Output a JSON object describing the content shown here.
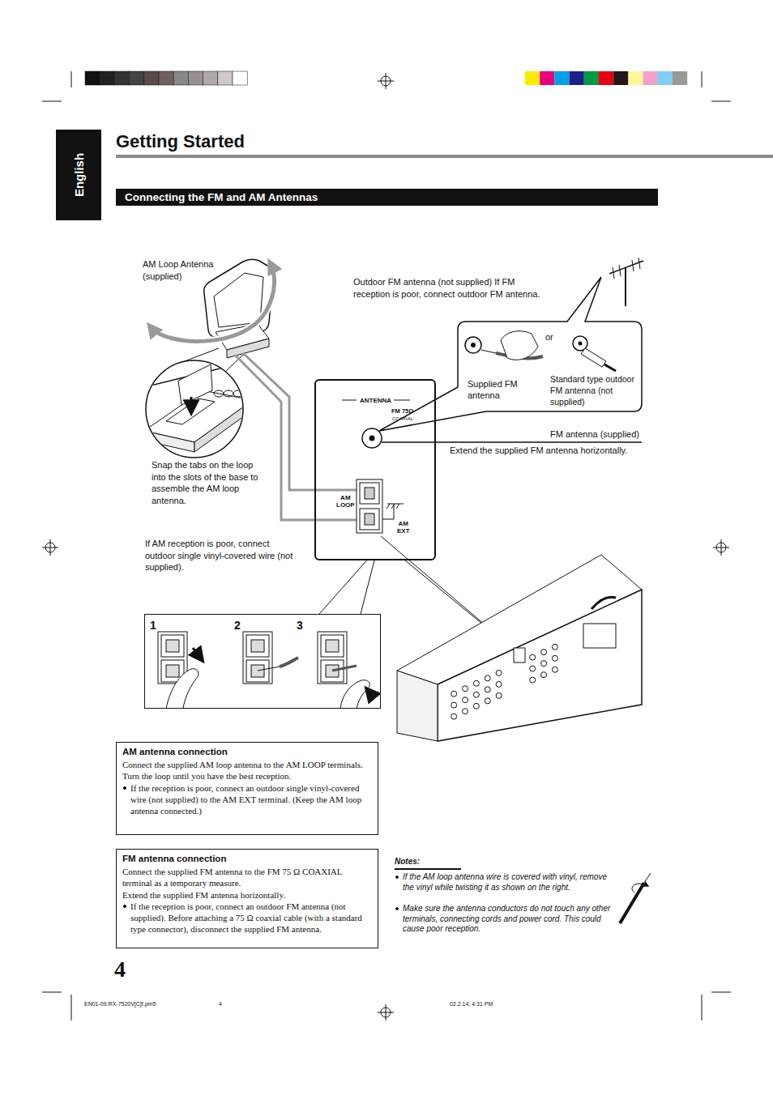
{
  "diagram": {
    "title": "Getting Started",
    "nodes": [
      {
        "text": [
          "English"
        ]
      },
      {
        "text": [
          "Connecting the FM and AM Antennas"
        ]
      },
      {
        "text": [
          "ANTENNA",
          "FM 75Ω",
          "COAXIAL",
          "AM LOOP",
          "AM EXT"
        ]
      },
      {
        "text": [
          "Supplied FM antenna",
          "or",
          "Standard type outdoor FM antenna (not supplied)"
        ]
      },
      {
        "text": [
          "1",
          "2",
          "3"
        ]
      },
      {
        "text": [
          "AM antenna connection",
          "Connect the supplied AM loop antenna to the AM LOOP terminals.",
          "Turn the loop until you have the best reception.",
          "If the reception is poor, connect an outdoor single vinyl-covered wire (not supplied) to the AM EXT terminal. (Keep the AM loop antenna connected.)"
        ]
      },
      {
        "text": [
          "FM antenna connection",
          "Connect the supplied FM antenna to the FM 75 Ω COAXIAL terminal as a temporary measure.",
          "Extend the supplied FM antenna horizontally.",
          "If the reception is poor, connect an outdoor FM antenna (not supplied). Before attaching a 75 Ω coaxial cable (with a standard type connector), disconnect the supplied FM antenna."
        ]
      }
    ],
    "edges": [
      {
        "from": 4,
        "to": 2,
        "arrow": "none"
      }
    ],
    "labels": [
      "AM Loop Antenna (supplied)",
      "Outdoor FM antenna (not supplied) If FM reception is poor, connect outdoor FM antenna.",
      "FM antenna (supplied)",
      "Extend the supplied FM antenna horizontally.",
      "Snap the tabs on the loop into the slots of the base to assemble the AM loop antenna.",
      "If AM reception is poor, connect outdoor single vinyl-covered wire (not supplied).",
      "Notes:",
      "If the AM loop antenna wire is covered with vinyl, remove the vinyl while twisting it as shown on the right.",
      "Make sure the antenna conductors do not touch any other terminals, connecting cords and power cord. This could cause poor reception.",
      "4",
      "EN01-09.RX-7520V[C]f.pm5",
      "4",
      "02.2.14, 4:31 PM"
    ]
  }
}
